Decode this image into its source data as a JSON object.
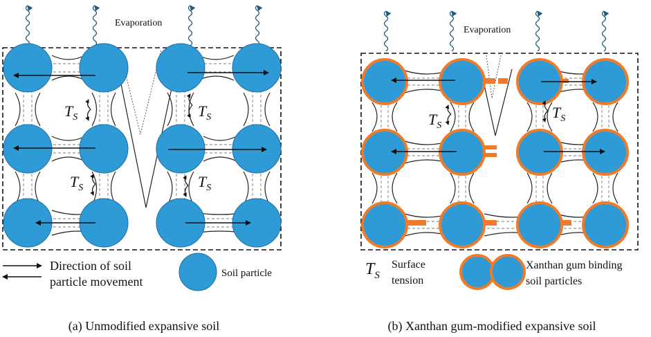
{
  "colors": {
    "particle": "#2e9bd6",
    "particle_edge": "#1f6fa0",
    "gum": "#ef7a2a",
    "wave": "#1e5a7a",
    "ink": "#111111"
  },
  "panel_a": {
    "evaporation": "Evaporation",
    "caption": "(a) Unmodified expansive soil",
    "ts_main": "T",
    "ts_sub": "S"
  },
  "panel_b": {
    "evaporation": "Evaporation",
    "caption": "(b) Xanthan gum-modified expansive soil",
    "ts_main": "T",
    "ts_sub": "S"
  },
  "legend": {
    "direction_line1": "Direction of soil",
    "direction_line2": "particle movement",
    "soil_particle": "Soil particle",
    "ts_main": "T",
    "ts_sub": "S",
    "surface_line1": "Surface",
    "surface_line2": "tension",
    "xanthan_line1": "Xanthan gum binding",
    "xanthan_line2": "soil particles"
  },
  "icons": [
    "evaporation-arrow-icon",
    "movement-arrow-icon",
    "surface-tension-arrow-icon",
    "soil-particle-icon",
    "xanthan-bound-particles-icon"
  ]
}
